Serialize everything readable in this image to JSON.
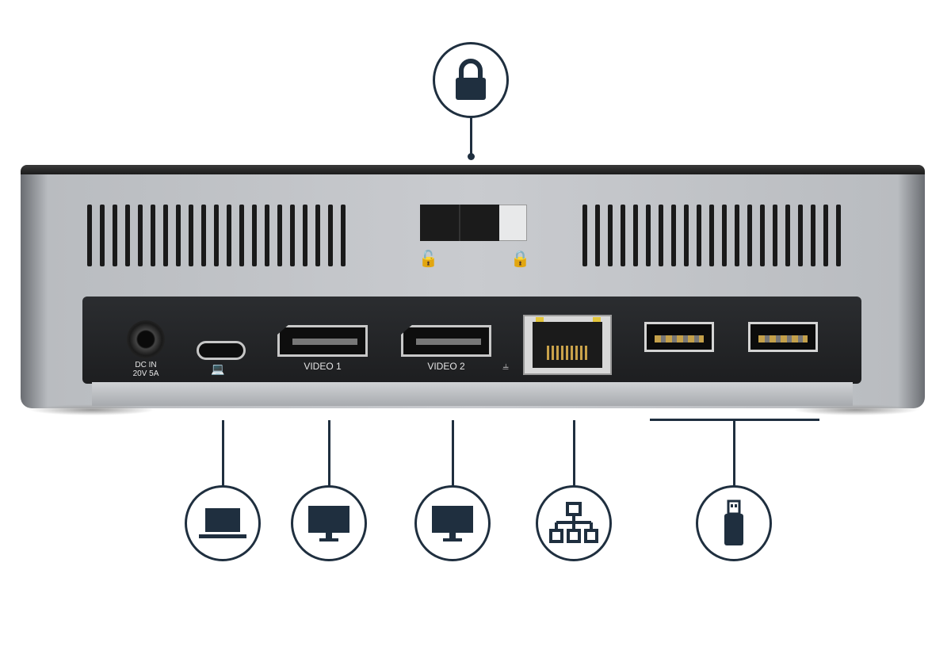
{
  "device": {
    "ports": {
      "dc_in_label_line1": "DC IN",
      "dc_in_label_line2": "20V 5A",
      "video1_label": "VIDEO 1",
      "video2_label": "VIDEO 2"
    },
    "lock_switch": {
      "unlocked_glyph": "🔓",
      "locked_glyph": "🔒"
    },
    "glyphs": {
      "laptop": "💻",
      "network": "⫨"
    }
  },
  "callouts": [
    {
      "icon": "lock-icon"
    },
    {
      "icon": "laptop-icon"
    },
    {
      "icon": "monitor-icon"
    },
    {
      "icon": "monitor-icon"
    },
    {
      "icon": "network-icon"
    },
    {
      "icon": "usb-drive-icon"
    }
  ],
  "colors": {
    "callout_stroke": "#1f2f3f",
    "panel": "#232427",
    "chassis": "#c9cbcf"
  }
}
